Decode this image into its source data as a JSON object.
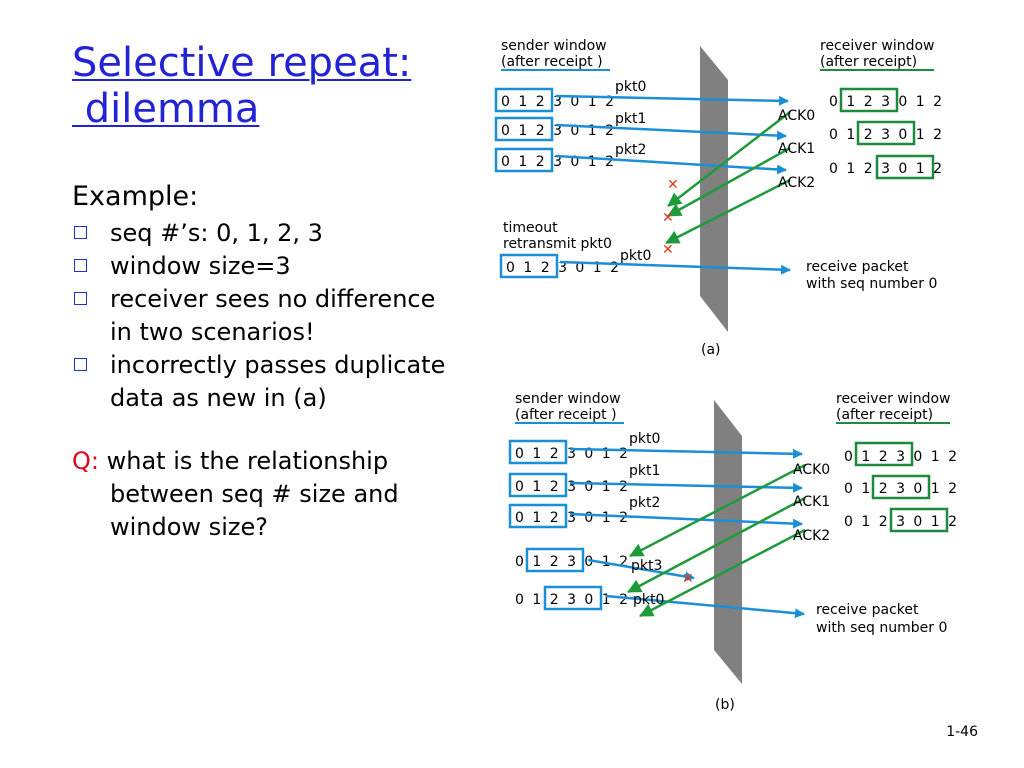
{
  "title": {
    "line1": "Selective repeat:",
    "line2": " dilemma"
  },
  "example_heading": "Example:",
  "bullets_top": [
    "seq #’s: 0, 1, 2, 3",
    "window size=3"
  ],
  "bullets_bottom": [
    "receiver sees no difference in two scenarios!",
    "incorrectly passes duplicate data as new in (a)"
  ],
  "question": {
    "label": "Q:",
    "text": " what is the relationship between seq # size and window size?"
  },
  "page_number": "1-46",
  "colors": {
    "title": "#2323d6",
    "question_label": "#e2001a",
    "sender_box": "#1a8fd6",
    "receiver_box": "#1e8a3c",
    "blue_arrow": "#1a8fd6",
    "green_arrow": "#1f9a3a",
    "lost": "#e23a1a",
    "wall": "#808080"
  },
  "diagram_a": {
    "sender_header": [
      "sender window",
      "(after receipt )"
    ],
    "receiver_header": [
      "receiver window",
      "(after receipt)"
    ],
    "sender_rows": [
      "0 1 2 3 0 1 2",
      "0 1 2 3 0 1 2",
      "0 1 2 3 0 1 2",
      "0 1 2 3 0 1 2"
    ],
    "receiver_rows": [
      "0 1 2 3 0 1 2",
      "0 1 2 3 0 1 2",
      "0 1 2 3 0 1 2"
    ],
    "packets": [
      "pkt0",
      "pkt1",
      "pkt2",
      "pkt0"
    ],
    "acks": [
      "ACK0",
      "ACK1",
      "ACK2"
    ],
    "timeout": [
      "timeout",
      "retransmit pkt0"
    ],
    "receive": [
      "receive packet",
      "with seq number 0"
    ],
    "caption": "(a)"
  },
  "diagram_b": {
    "sender_header": [
      "sender window",
      "(after receipt )"
    ],
    "receiver_header": [
      "receiver window",
      "(after receipt)"
    ],
    "sender_rows": [
      "0 1 2 3 0 1 2",
      "0 1 2 3 0 1 2",
      "0 1 2 3 0 1 2",
      "0 1 2 3 0 1 2",
      "0 1 2 3 0 1 2"
    ],
    "receiver_rows": [
      "0 1 2 3 0 1 2",
      "0 1 2 3 0 1 2",
      "0 1 2 3 0 1 2"
    ],
    "packets": [
      "pkt0",
      "pkt1",
      "pkt2",
      "pkt3",
      "pkt0"
    ],
    "acks": [
      "ACK0",
      "ACK1",
      "ACK2"
    ],
    "receive": [
      "receive packet",
      "with seq number 0"
    ],
    "caption": "(b)"
  }
}
